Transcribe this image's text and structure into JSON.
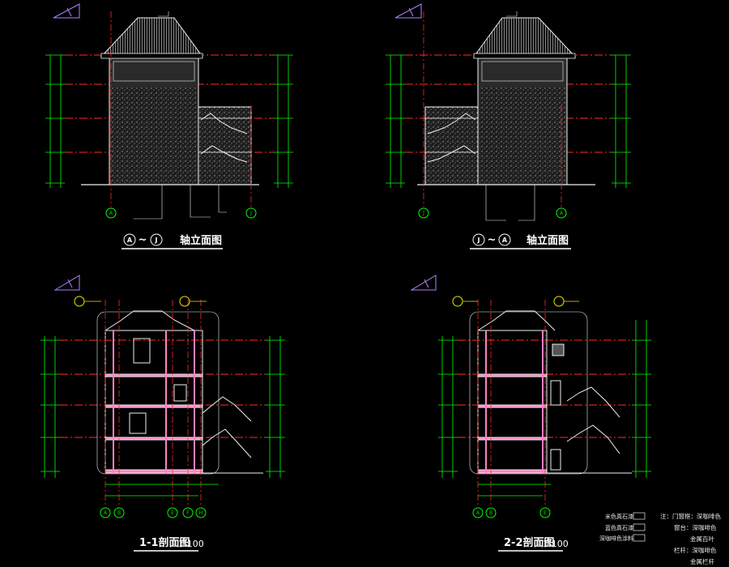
{
  "colors": {
    "background": "#000000",
    "outline": "#f0f0f0",
    "level_line": "#ff2a2a",
    "dimension": "#00ff00",
    "text": "#ffff00",
    "hatch": "#d8d8d8",
    "axis_bubble": "#00ff00",
    "north_arrow": "#b080ff",
    "section_fill": "#ff80c0"
  },
  "drawings": {
    "elev1": {
      "title_a": "A",
      "title_b": "J",
      "title_text": "轴立面图"
    },
    "elev2": {
      "title_a": "J",
      "title_b": "A",
      "title_text": "轴立面图"
    },
    "sec1": {
      "title": "1-1剖面图",
      "scale": "1:100"
    },
    "sec2": {
      "title": "2-2剖面图",
      "scale": "1:100"
    }
  },
  "axis_labels": {
    "elev1": [
      "A",
      "J"
    ],
    "elev2": [
      "J",
      "A"
    ],
    "sec1": [
      "A",
      "B",
      "E",
      "F",
      "H"
    ],
    "sec2": [
      "A",
      "B",
      "E"
    ]
  },
  "legend": {
    "items": [
      "米色真石漆",
      "蓝色真石漆",
      "深咖啡色涂料"
    ]
  },
  "notes": {
    "lines": [
      "注：门窗框：深咖啡色",
      "窗台：深咖啡色",
      "金属百叶",
      "栏杆：深咖啡色",
      "金属栏杆"
    ]
  }
}
